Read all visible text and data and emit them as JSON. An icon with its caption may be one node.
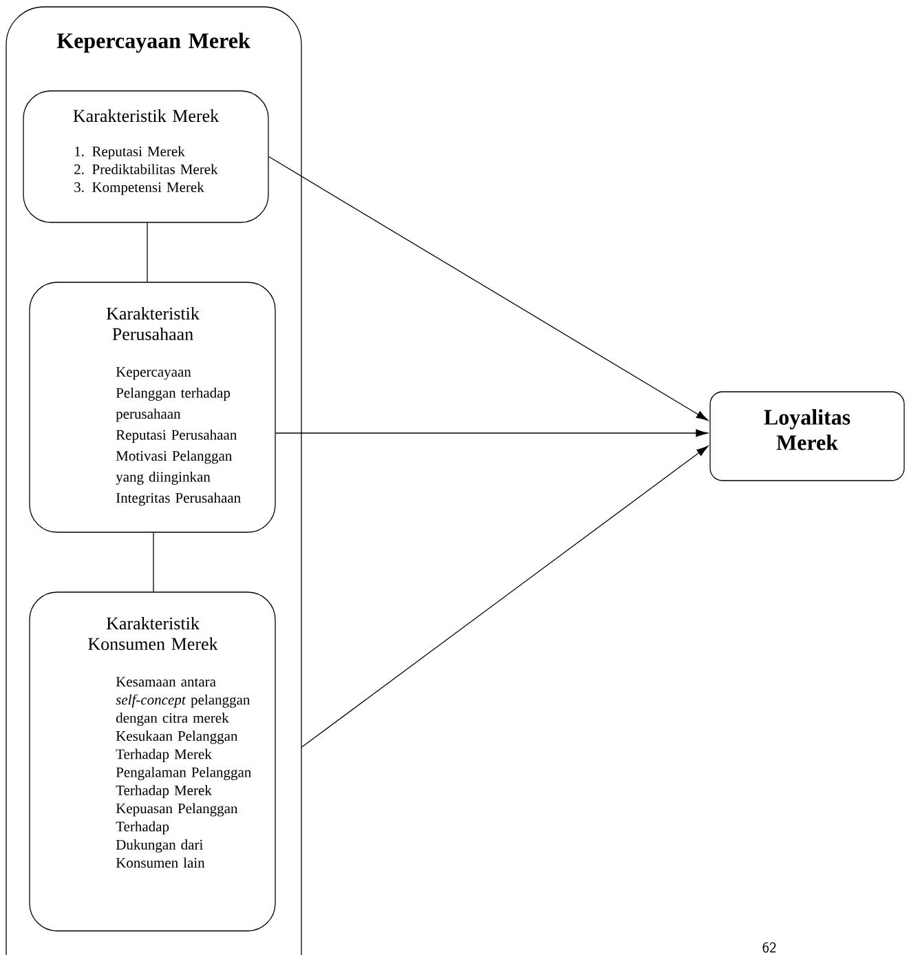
{
  "diagram": {
    "nodes": [
      {
        "text": [
          "Kepercayaan Merek"
        ]
      },
      {
        "text": [
          "Karakteristik Merek",
          "1. Reputasi Merek",
          "2. Prediktabilitas Merek",
          "3. Kompetensi Merek"
        ],
        "in": 0
      },
      {
        "text": [
          "Karakteristik Perusahaan",
          "Kepercayaan Pelanggan terhadap perusahaan",
          "Reputasi Perusahaan",
          "Motivasi Pelanggan yang diinginkan",
          "Integritas Perusahaan"
        ],
        "in": 0
      },
      {
        "text": [
          "Karakteristik Konsumen Merek",
          "Kesamaan antara *self-concept* pelanggan dengan citra merek",
          "Kesukaan Pelanggan Terhadap Merek",
          "Pengalaman Pelanggan Terhadap Merek",
          "Kepuasan Pelanggan Terhadap",
          "Dukungan dari Konsumen lain"
        ],
        "in": 0
      },
      {
        "text": [
          "Loyalitas Merek"
        ]
      }
    ],
    "edges": [
      {
        "from": 1,
        "to": 2,
        "arrow": "none"
      },
      {
        "from": 2,
        "to": 3,
        "arrow": "none"
      },
      {
        "from": 1,
        "to": 4,
        "arrow": "to"
      },
      {
        "from": 2,
        "to": 4,
        "arrow": "to"
      },
      {
        "from": 0,
        "to": 4,
        "arrow": "to"
      }
    ],
    "labels": [
      "62"
    ]
  }
}
